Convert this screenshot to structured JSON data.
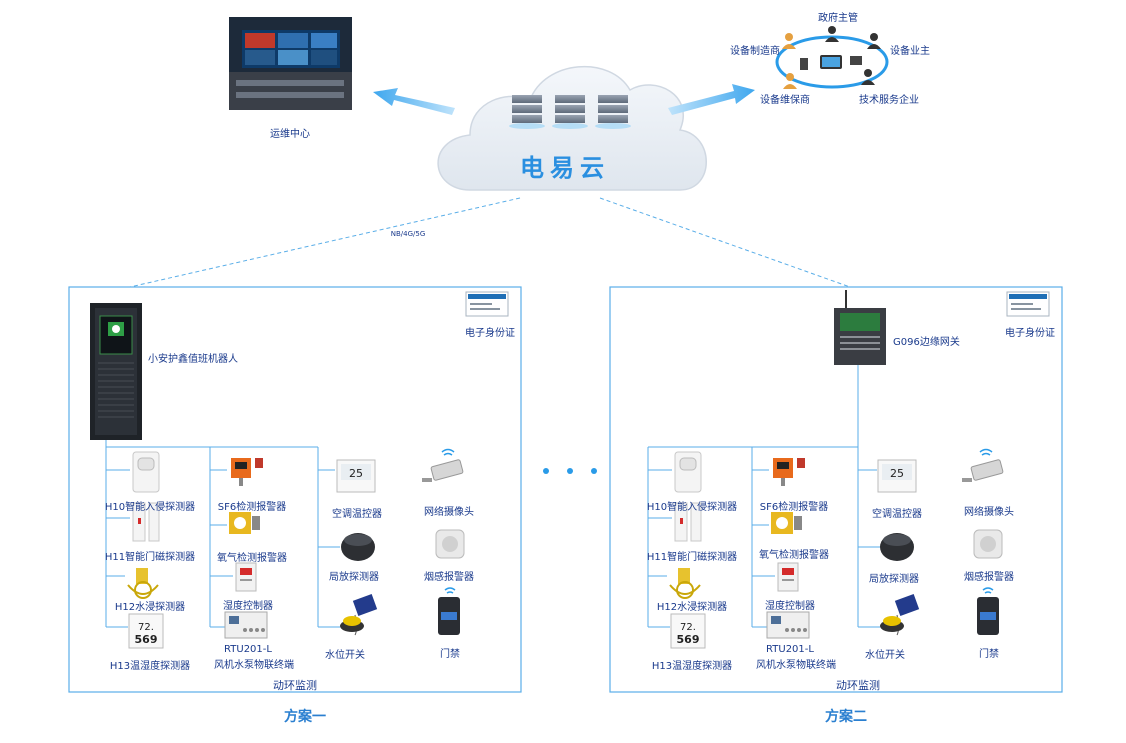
{
  "cloud": {
    "label": "电易云",
    "link_label": "NB/4G/5G"
  },
  "ops_center": {
    "label": "运维中心"
  },
  "ecosystem": {
    "nodes": [
      "政府主管",
      "设备制造商",
      "设备业主",
      "设备维保商",
      "技术服务企业"
    ]
  },
  "plan1": {
    "title": "方案一",
    "robot_label": "小安护鑫值班机器人",
    "id_label": "电子身份证",
    "bottom_label": "动环监测",
    "col1": [
      "H10智能入侵探测器",
      "H11智能门磁探测器",
      "H12水浸探测器",
      "H13温湿度探测器"
    ],
    "col2": [
      "SF6检测报警器",
      "氧气检测报警器",
      "湿度控制器",
      "RTU201-L",
      "风机水泵物联终端"
    ],
    "col3": [
      "空调温控器",
      "局放探测器",
      "水位开关"
    ],
    "col4": [
      "网络摄像头",
      "烟感报警器",
      "门禁"
    ]
  },
  "plan2": {
    "title": "方案二",
    "gateway_label": "G096边缘网关",
    "id_label": "电子身份证",
    "bottom_label": "动环监测",
    "col1": [
      "H10智能入侵探测器",
      "H11智能门磁探测器",
      "H12水浸探测器",
      "H13温湿度探测器"
    ],
    "col2": [
      "SF6检测报警器",
      "氧气检测报警器",
      "湿度控制器",
      "RTU201-L",
      "风机水泵物联终端"
    ],
    "col3": [
      "空调温控器",
      "局放探测器",
      "水位开关"
    ],
    "col4": [
      "网络摄像头",
      "烟感报警器",
      "门禁"
    ]
  },
  "screen": {
    "temp": "25",
    "hum": "569",
    "temp2": "72"
  },
  "colors": {
    "line": "#5aaee8",
    "text": "#1a3a8c",
    "title": "#2a7fd0"
  }
}
